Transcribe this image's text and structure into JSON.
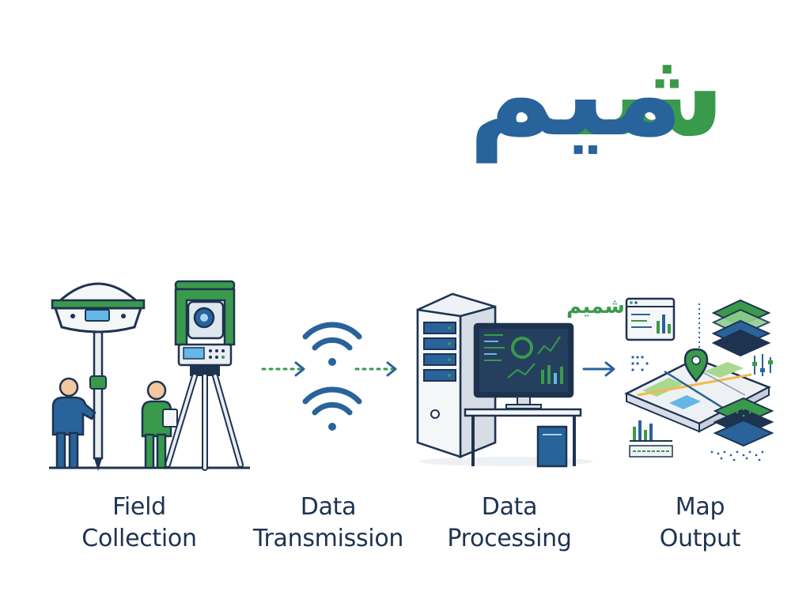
{
  "brand": {
    "logo_text_blue": "میم",
    "logo_text_green": "شـ",
    "small_logo_text": "شمیم",
    "colors": {
      "blue": "#28639b",
      "green": "#3a9a4b",
      "navy": "#1e3350"
    }
  },
  "stages": [
    {
      "line1": "Field",
      "line2": "Collection",
      "icon": "surveying-equipment-icon"
    },
    {
      "line1": "Data",
      "line2": "Transmission",
      "icon": "wireless-signal-icon"
    },
    {
      "line1": "Data",
      "line2": "Processing",
      "icon": "server-workstation-icon"
    },
    {
      "line1": "Map",
      "line2": "Output",
      "icon": "map-layers-icon"
    }
  ]
}
